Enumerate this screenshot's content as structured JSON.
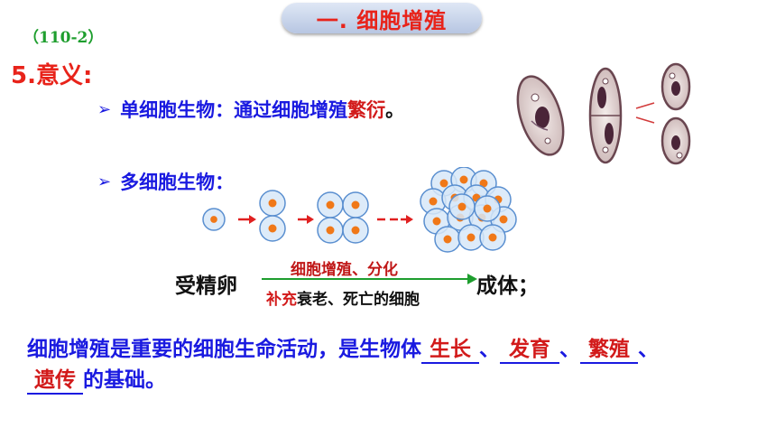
{
  "title": "一. 细胞增殖",
  "ref": "（110-2）",
  "heading": "5.意义:",
  "bullets": [
    {
      "prefix": "单细胞生物：通过细胞增殖",
      "highlight": "繁衍",
      "suffix": "。"
    },
    {
      "prefix": "多细胞生物：",
      "highlight": "",
      "suffix": ""
    }
  ],
  "equation": {
    "left": "受精卵",
    "right": "成体；",
    "above": "细胞增殖、分化",
    "below_highlight": "补充",
    "below_rest": "衰老、死亡的细胞"
  },
  "summary": {
    "text": "细胞增殖是重要的细胞生命活动，是生物体",
    "blanks": [
      "生长",
      "发育",
      "繁殖",
      "遗传"
    ],
    "separator": "、",
    "ending": "的基础。"
  },
  "colors": {
    "title": "#e8231a",
    "bullet_text": "#1a1ae0",
    "highlight": "#d21a1a",
    "ref": "#1e9e2e",
    "cell_fill": "#d7e8f8",
    "nucleus": "#f07818"
  }
}
